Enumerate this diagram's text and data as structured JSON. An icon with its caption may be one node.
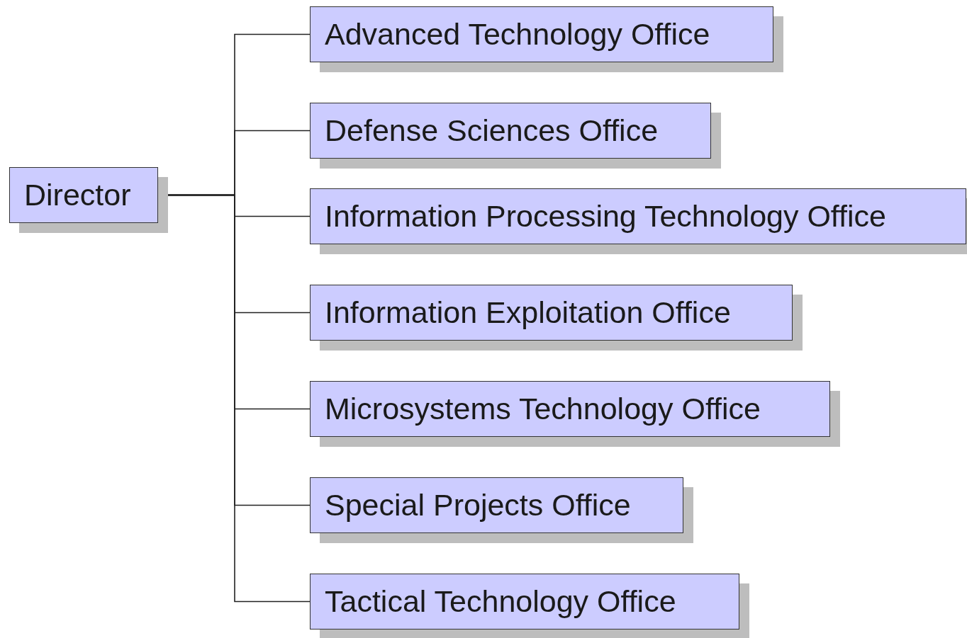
{
  "diagram": {
    "nodes": [
      {
        "text": [
          "Director"
        ]
      },
      {
        "text": [
          "Advanced Technology Office"
        ]
      },
      {
        "text": [
          "Defense Sciences Office"
        ]
      },
      {
        "text": [
          "Information Processing Technology Office"
        ]
      },
      {
        "text": [
          "Information Exploitation Office"
        ]
      },
      {
        "text": [
          "Microsystems Technology Office"
        ]
      },
      {
        "text": [
          "Special Projects Office"
        ]
      },
      {
        "text": [
          "Tactical Technology Office"
        ]
      }
    ],
    "edges": [
      {
        "from": 0,
        "to": 1,
        "arrow": "none"
      },
      {
        "from": 0,
        "to": 2,
        "arrow": "none"
      },
      {
        "from": 0,
        "to": 3,
        "arrow": "none"
      },
      {
        "from": 0,
        "to": 4,
        "arrow": "none"
      },
      {
        "from": 0,
        "to": 5,
        "arrow": "none"
      },
      {
        "from": 0,
        "to": 6,
        "arrow": "none"
      },
      {
        "from": 0,
        "to": 7,
        "arrow": "none"
      }
    ]
  }
}
